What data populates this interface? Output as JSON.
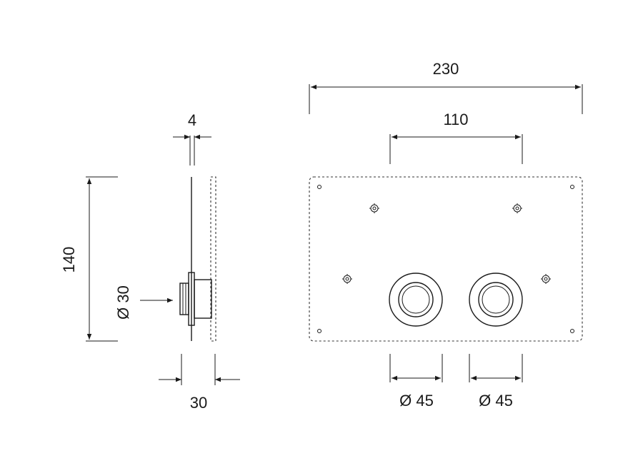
{
  "dimensions": {
    "plate_width": "230",
    "button_spacing": "110",
    "plate_thickness": "4",
    "plate_height": "140",
    "button_diameter_side": "Ø 30",
    "total_depth": "30",
    "button_left_diameter": "Ø 45",
    "button_right_diameter": "Ø 45"
  }
}
